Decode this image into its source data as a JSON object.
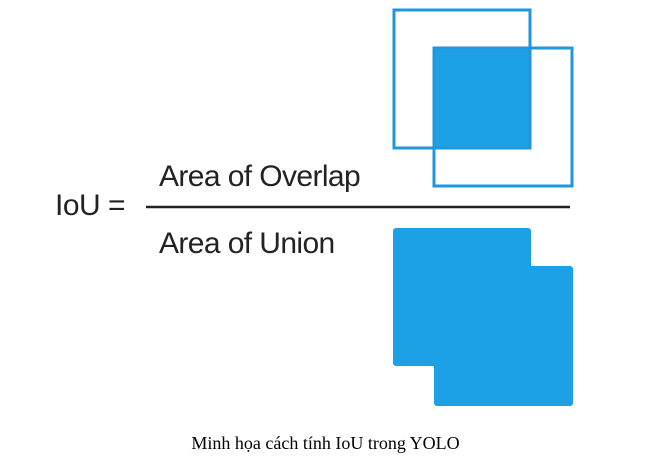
{
  "formula": {
    "lhs": "IoU =",
    "numerator": "Area of Overlap",
    "denominator": "Area of Union"
  },
  "caption": "Minh họa cách tính IoU trong YOLO",
  "colors": {
    "box_fill": "#1da1e6",
    "box_stroke": "#2196dd",
    "text": "#222222",
    "fraction_line": "#222222"
  }
}
